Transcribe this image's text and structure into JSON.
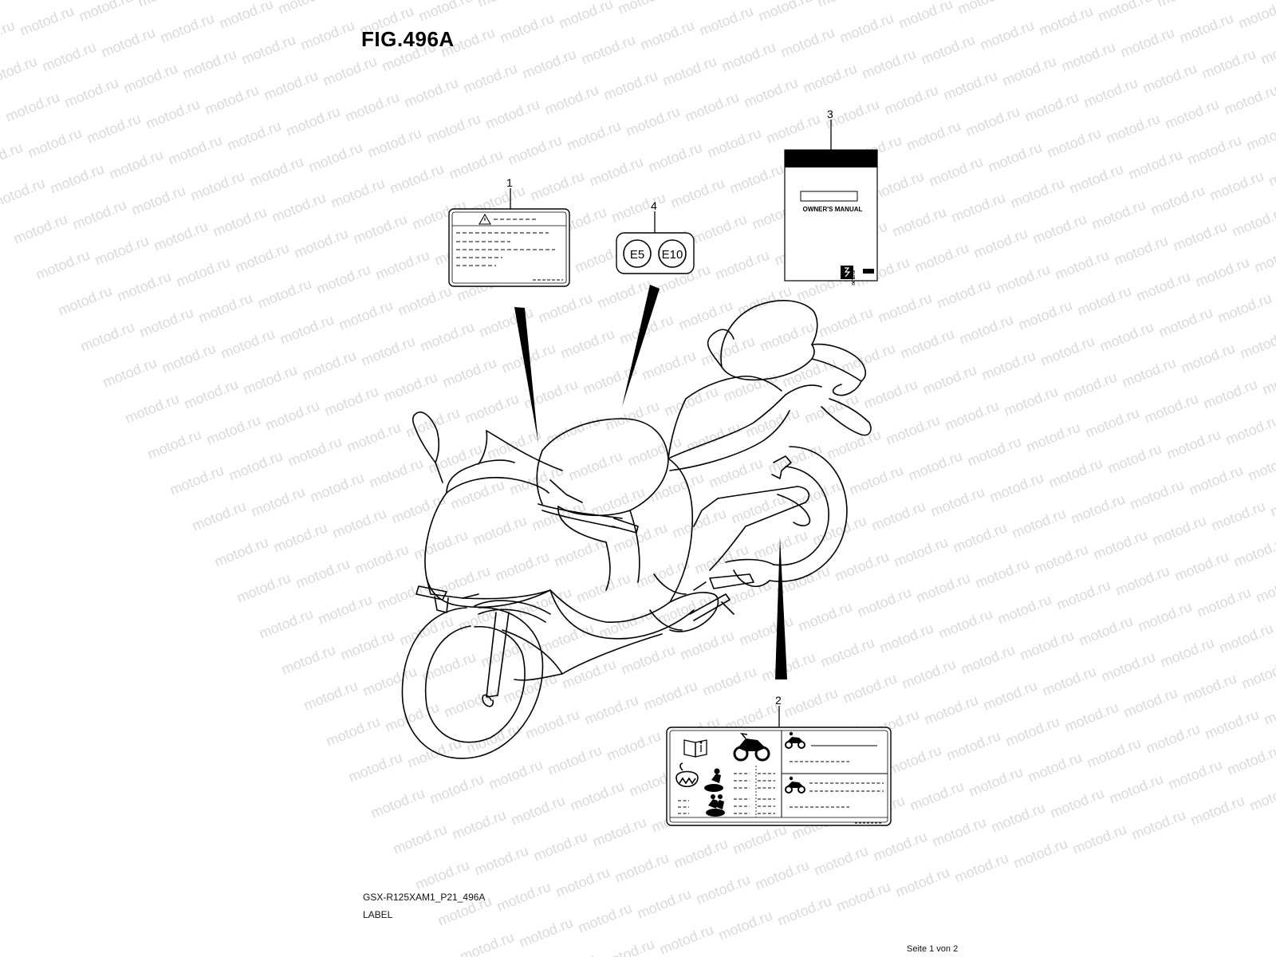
{
  "figure": {
    "title": "FIG.496A",
    "drawing_code": "GSX-R125XAM1_P21_496A",
    "section": "LABEL",
    "page_indicator": "Seite 1 von 2"
  },
  "watermark": {
    "text": "motod.ru",
    "color": "#d9d9d9"
  },
  "callouts": [
    {
      "number": "1",
      "part": "warning-label"
    },
    {
      "number": "2",
      "part": "information-label"
    },
    {
      "number": "3",
      "part": "owners-manual"
    },
    {
      "number": "4",
      "part": "fuel-label"
    }
  ],
  "fuel_label": {
    "badge_left": "E5",
    "badge_right": "E10"
  },
  "owners_manual": {
    "cover_text": "OWNER'S MANUAL",
    "brand": "SUZUKI"
  },
  "icons": [
    "warning-triangle-icon",
    "manual-info-icon",
    "motorcycle-icon",
    "tire-icon",
    "rider-icon",
    "rider-passenger-icon",
    "small-motorcycle-icon"
  ]
}
